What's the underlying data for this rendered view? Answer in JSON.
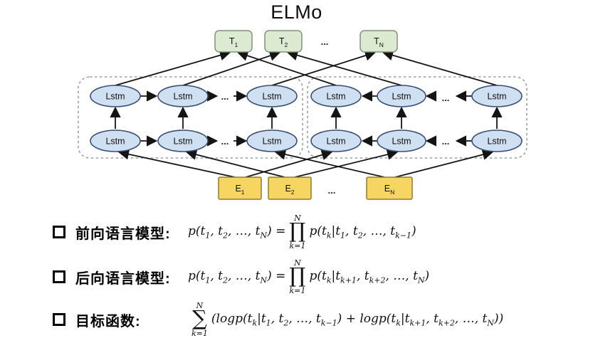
{
  "title": "ELMo",
  "diagram": {
    "lstm_label": "Lstm",
    "dots": "...",
    "t_nodes": [
      {
        "base": "T",
        "sub": "1"
      },
      {
        "base": "T",
        "sub": "2"
      },
      {
        "base": "T",
        "sub": "N"
      }
    ],
    "e_nodes": [
      {
        "base": "E",
        "sub": "1"
      },
      {
        "base": "E",
        "sub": "2"
      },
      {
        "base": "E",
        "sub": "N"
      }
    ],
    "colors": {
      "t_fill": "#dcead2",
      "t_border": "#82927b",
      "lstm_fill": "#cfe0f3",
      "lstm_border": "#3b4f72",
      "e_fill": "#f6d562",
      "e_border": "#8f7d33",
      "dashed_border": "#9aa0a6",
      "arrow": "#141414"
    }
  },
  "bullets": [
    {
      "label": "前向语言模型:",
      "lhs_html": "p(t<sub>1</sub>, t<sub>2</sub>, …, t<sub>N</sub>) =",
      "op": "∏",
      "op_sup": "N",
      "op_sub": "k=1",
      "rhs_html": "p(t<sub>k</sub>|t<sub>1</sub>, t<sub>2</sub>, …, t<sub>k−1</sub>)"
    },
    {
      "label": "后向语言模型:",
      "lhs_html": "p(t<sub>1</sub>, t<sub>2</sub>, …, t<sub>N</sub>) =",
      "op": "∏",
      "op_sup": "N",
      "op_sub": "k=1",
      "rhs_html": "p(t<sub>k</sub>|t<sub>k+1</sub>, t<sub>k+2</sub>, …, t<sub>N</sub>)"
    },
    {
      "label": "目标函数:",
      "lhs_html": "",
      "op": "∑",
      "op_sup": "N",
      "op_sub": "k=1",
      "rhs_html": "(logp(t<sub>k</sub>|t<sub>1</sub>, t<sub>2</sub>, …, t<sub>k−1</sub>) + logp(t<sub>k</sub>|t<sub>k+1</sub>, t<sub>k+2</sub>, …, t<sub>N</sub>))"
    }
  ]
}
